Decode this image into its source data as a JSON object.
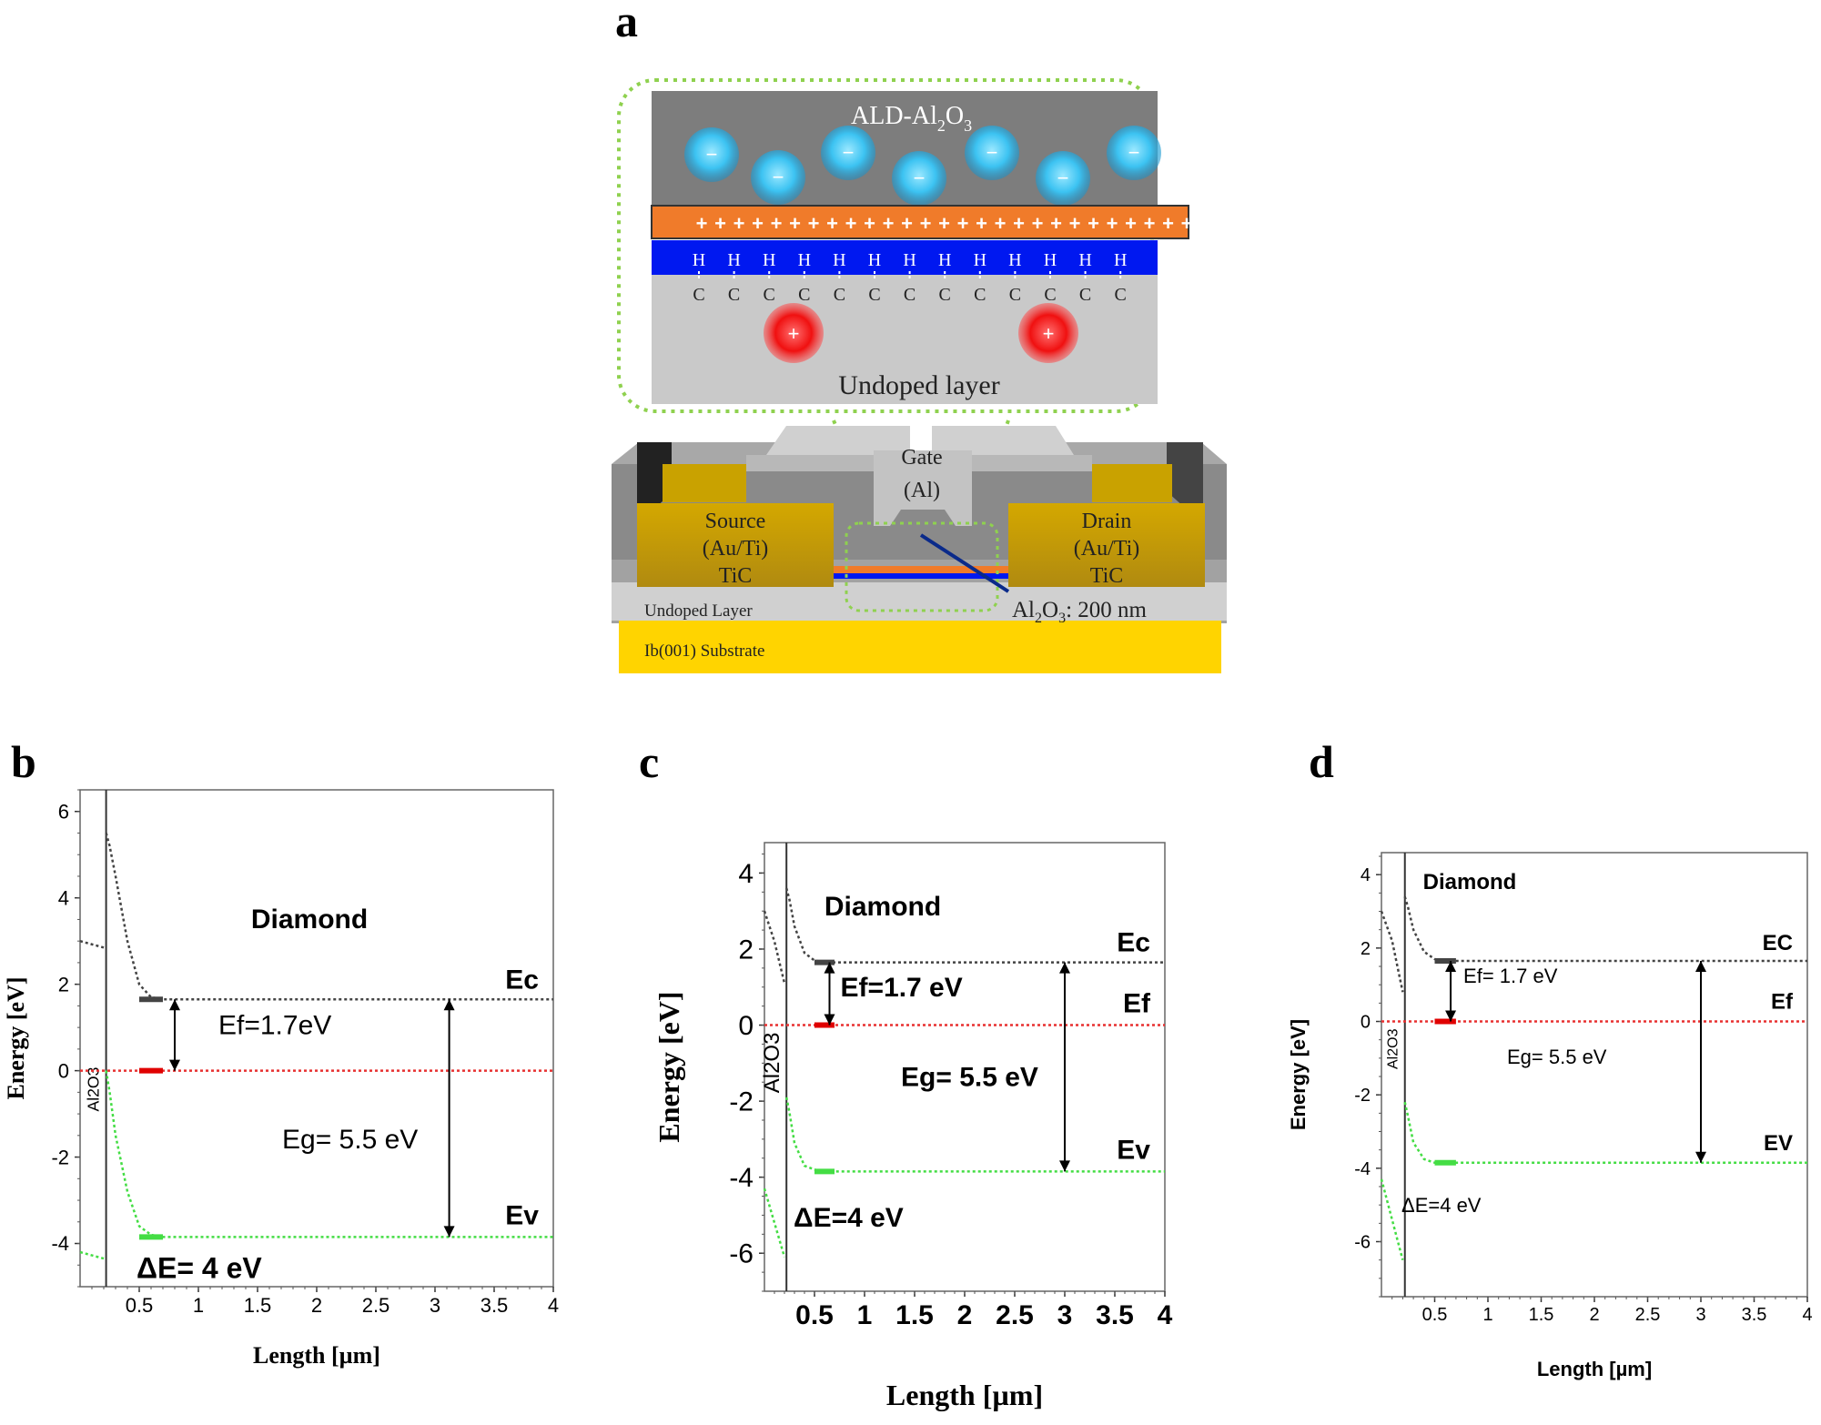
{
  "panels": {
    "a": "a",
    "b": "b",
    "c": "c",
    "d": "d"
  },
  "device": {
    "inset_top_label_main": "ALD-Al",
    "inset_top_label_sub": "2",
    "inset_top_label_main2": "O",
    "inset_top_label_sub2": "3",
    "neg_sign": "−",
    "pos_sign": "+",
    "h_atom": "H",
    "c_atom": "C",
    "undoped_inset": "Undoped layer",
    "gate_line1": "Gate",
    "gate_line2": "(Al)",
    "source_line1": "Source",
    "source_line2": "(Au/Ti)",
    "source_line3": "TiC",
    "drain_line1": "Drain",
    "drain_line2": "(Au/Ti)",
    "drain_line3": "TiC",
    "undoped_layer": "Undoped Layer",
    "al2o3_label_a": "Al",
    "al2o3_label_sub1": "2",
    "al2o3_label_b": "O",
    "al2o3_label_sub2": "3",
    "al2o3_label_c": ": 200 nm",
    "substrate": "Ib(001) Substrate"
  },
  "colors": {
    "ec": "#444444",
    "ef": "#e83030",
    "ev": "#44dd44",
    "orange": "#f07b2a",
    "blue_layer": "#0018f0",
    "gold": "#c9a200",
    "substrate": "#ffd400",
    "inset_border": "#8fd14f"
  },
  "chart_data": [
    {
      "panel": "b",
      "type": "line",
      "xlabel": "Length [µm]",
      "ylabel": "Energy [eV]",
      "xlim": [
        0,
        4
      ],
      "ylim": [
        -5,
        6.5
      ],
      "xticks": [
        "0.5",
        "1",
        "1.5",
        "2",
        "2.5",
        "3",
        "3.5",
        "4"
      ],
      "yticks": [
        "6",
        "4",
        "2",
        "0",
        "-2",
        "-4"
      ],
      "region_label": "Diamond",
      "oxide_label": "Al2O3",
      "ec_label": "Ec",
      "ef_label": "",
      "ev_label": "Ev",
      "ef_annot": "Ef=1.7eV",
      "eg_annot": "Eg= 5.5 eV",
      "de_annot": "ΔE= 4 eV",
      "series": [
        {
          "name": "Ec",
          "x": [
            0,
            0.2,
            0.22,
            0.25,
            0.3,
            0.4,
            0.5,
            0.6,
            0.7,
            1,
            2,
            3,
            4
          ],
          "y": [
            3,
            2.85,
            5.5,
            5.2,
            4.5,
            3,
            2,
            1.7,
            1.65,
            1.65,
            1.65,
            1.65,
            1.65
          ]
        },
        {
          "name": "Ef",
          "x": [
            0,
            4
          ],
          "y": [
            0,
            0
          ]
        },
        {
          "name": "Ev",
          "x": [
            0,
            0.2,
            0.22,
            0.25,
            0.3,
            0.4,
            0.5,
            0.6,
            0.7,
            1,
            2,
            3,
            4
          ],
          "y": [
            -4.2,
            -4.35,
            0,
            -0.5,
            -1.5,
            -2.8,
            -3.6,
            -3.8,
            -3.85,
            -3.85,
            -3.85,
            -3.85,
            -3.85
          ]
        }
      ]
    },
    {
      "panel": "c",
      "type": "line",
      "xlabel": "Length [µm]",
      "ylabel": "Energy [eV]",
      "xlim": [
        0,
        4
      ],
      "ylim": [
        -7,
        4.8
      ],
      "xticks": [
        "0.5",
        "1",
        "1.5",
        "2",
        "2.5",
        "3",
        "3.5",
        "4"
      ],
      "yticks": [
        "4",
        "2",
        "0",
        "-2",
        "-4",
        "-6"
      ],
      "region_label": "Diamond",
      "oxide_label": "Al2O3",
      "ec_label": "Ec",
      "ef_label": "Ef",
      "ev_label": "Ev",
      "ef_annot": "Ef=1.7 eV",
      "eg_annot": "Eg= 5.5 eV",
      "de_annot": "ΔE=4 eV",
      "series": [
        {
          "name": "Ec",
          "x": [
            0,
            0.1,
            0.2,
            0.22,
            0.25,
            0.3,
            0.4,
            0.5,
            0.6,
            0.7,
            1,
            2,
            3,
            4
          ],
          "y": [
            3,
            2.2,
            1.1,
            3.6,
            3.3,
            2.6,
            1.9,
            1.7,
            1.65,
            1.65,
            1.65,
            1.65,
            1.65,
            1.65
          ]
        },
        {
          "name": "Ef",
          "x": [
            0,
            4
          ],
          "y": [
            0,
            0
          ]
        },
        {
          "name": "Ev",
          "x": [
            0,
            0.1,
            0.2,
            0.22,
            0.25,
            0.3,
            0.4,
            0.5,
            0.6,
            0.7,
            1,
            2,
            3,
            4
          ],
          "y": [
            -4.3,
            -5.2,
            -6.1,
            -1.9,
            -2.3,
            -3.1,
            -3.7,
            -3.8,
            -3.85,
            -3.85,
            -3.85,
            -3.85,
            -3.85,
            -3.85
          ]
        }
      ]
    },
    {
      "panel": "d",
      "type": "line",
      "xlabel": "Length [µm]",
      "ylabel": "Energy [eV]",
      "xlim": [
        0,
        4
      ],
      "ylim": [
        -7.5,
        4.6
      ],
      "xticks": [
        "0.5",
        "1",
        "1.5",
        "2",
        "2.5",
        "3",
        "3.5",
        "4"
      ],
      "yticks": [
        "4",
        "2",
        "0",
        "-2",
        "-4",
        "-6"
      ],
      "region_label": "Diamond",
      "oxide_label": "Al2O3",
      "ec_label": "EC",
      "ef_label": "Ef",
      "ev_label": "EV",
      "ef_annot": "Ef= 1.7 eV",
      "eg_annot": "Eg= 5.5 eV",
      "de_annot": "ΔE=4 eV",
      "series": [
        {
          "name": "Ec",
          "x": [
            0,
            0.1,
            0.2,
            0.22,
            0.25,
            0.3,
            0.4,
            0.5,
            0.6,
            0.7,
            1,
            2,
            3,
            4
          ],
          "y": [
            3,
            2.2,
            0.8,
            3.4,
            3.1,
            2.5,
            1.9,
            1.7,
            1.65,
            1.65,
            1.65,
            1.65,
            1.65,
            1.65
          ]
        },
        {
          "name": "Ef",
          "x": [
            0,
            4
          ],
          "y": [
            0,
            0
          ]
        },
        {
          "name": "Ev",
          "x": [
            0,
            0.1,
            0.2,
            0.22,
            0.25,
            0.3,
            0.4,
            0.5,
            0.6,
            0.7,
            1,
            2,
            3,
            4
          ],
          "y": [
            -4.3,
            -5.4,
            -6.5,
            -2.2,
            -2.6,
            -3.3,
            -3.75,
            -3.85,
            -3.85,
            -3.85,
            -3.85,
            -3.85,
            -3.85,
            -3.85
          ]
        }
      ]
    }
  ]
}
